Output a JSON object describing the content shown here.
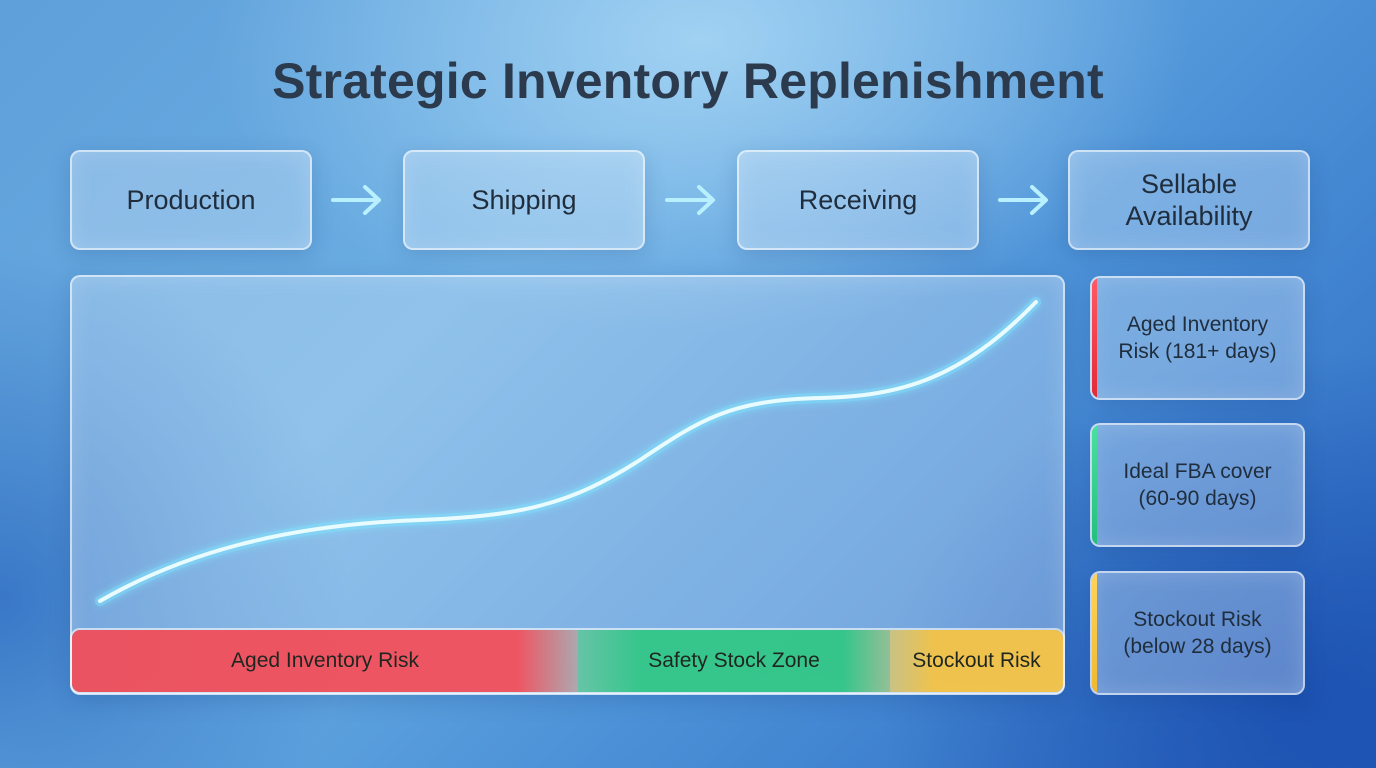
{
  "title": "Strategic Inventory Replenishment",
  "flow": {
    "steps": [
      "Production",
      "Shipping",
      "Receiving",
      "Sellable\nAvailability"
    ]
  },
  "zones": [
    {
      "label": "Aged Inventory Risk",
      "color": "#f04e5a"
    },
    {
      "label": "Safety Stock Zone",
      "color": "#2ec882"
    },
    {
      "label": "Stockout Risk",
      "color": "#f6c446"
    }
  ],
  "legend": [
    {
      "line1": "Aged Inventory",
      "line2": "Risk (181+ days)",
      "color": "#ee3b48"
    },
    {
      "line1": "Ideal FBA cover",
      "line2": "(60-90 days)",
      "color": "#2ed08a"
    },
    {
      "line1": "Stockout Risk",
      "line2": "(below 28 days)",
      "color": "#f3c445"
    }
  ],
  "colors": {
    "curve": "#e8fbff",
    "curve_glow": "#7fe6ff",
    "arrow": "#b8f0ff",
    "title": "#2b3a4c"
  }
}
